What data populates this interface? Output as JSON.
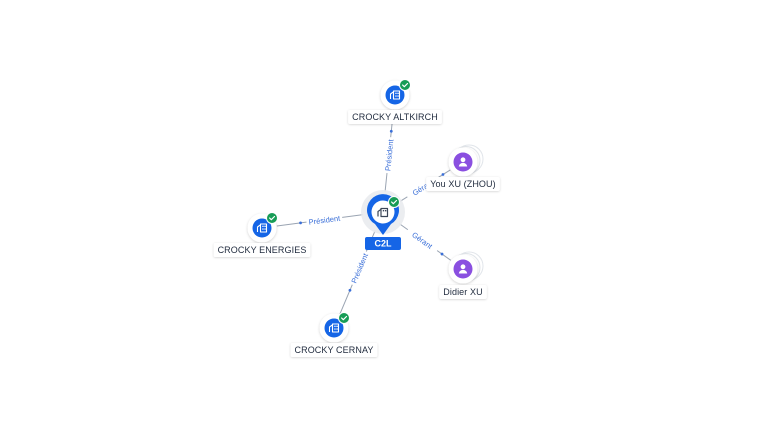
{
  "colors": {
    "accent": "#1565e6",
    "check": "#179c56",
    "person": "#8a4fe0",
    "edge": "#9aa4b2",
    "edge_label": "#3a6fd8"
  },
  "center": {
    "label": "C2L",
    "icon": "building-icon"
  },
  "nodes": [
    {
      "id": "altkirch",
      "label": "CROCKY ALTKIRCH",
      "kind": "company",
      "icon": "building-icon",
      "verified": true
    },
    {
      "id": "energies",
      "label": "CROCKY ENERGIES",
      "kind": "company",
      "icon": "building-icon",
      "verified": true
    },
    {
      "id": "cernay",
      "label": "CROCKY CERNAY",
      "kind": "company",
      "icon": "building-icon",
      "verified": true
    },
    {
      "id": "youxu",
      "label": "You XU (ZHOU)",
      "kind": "person",
      "icon": "person-icon",
      "verified": false
    },
    {
      "id": "didier",
      "label": "Didier XU",
      "kind": "person",
      "icon": "person-icon",
      "verified": false
    }
  ],
  "edges": [
    {
      "to": "altkirch",
      "label": "Président"
    },
    {
      "to": "energies",
      "label": "Président"
    },
    {
      "to": "cernay",
      "label": "Président"
    },
    {
      "to": "youxu",
      "label": "Gérant"
    },
    {
      "to": "didier",
      "label": "Gérant"
    }
  ]
}
